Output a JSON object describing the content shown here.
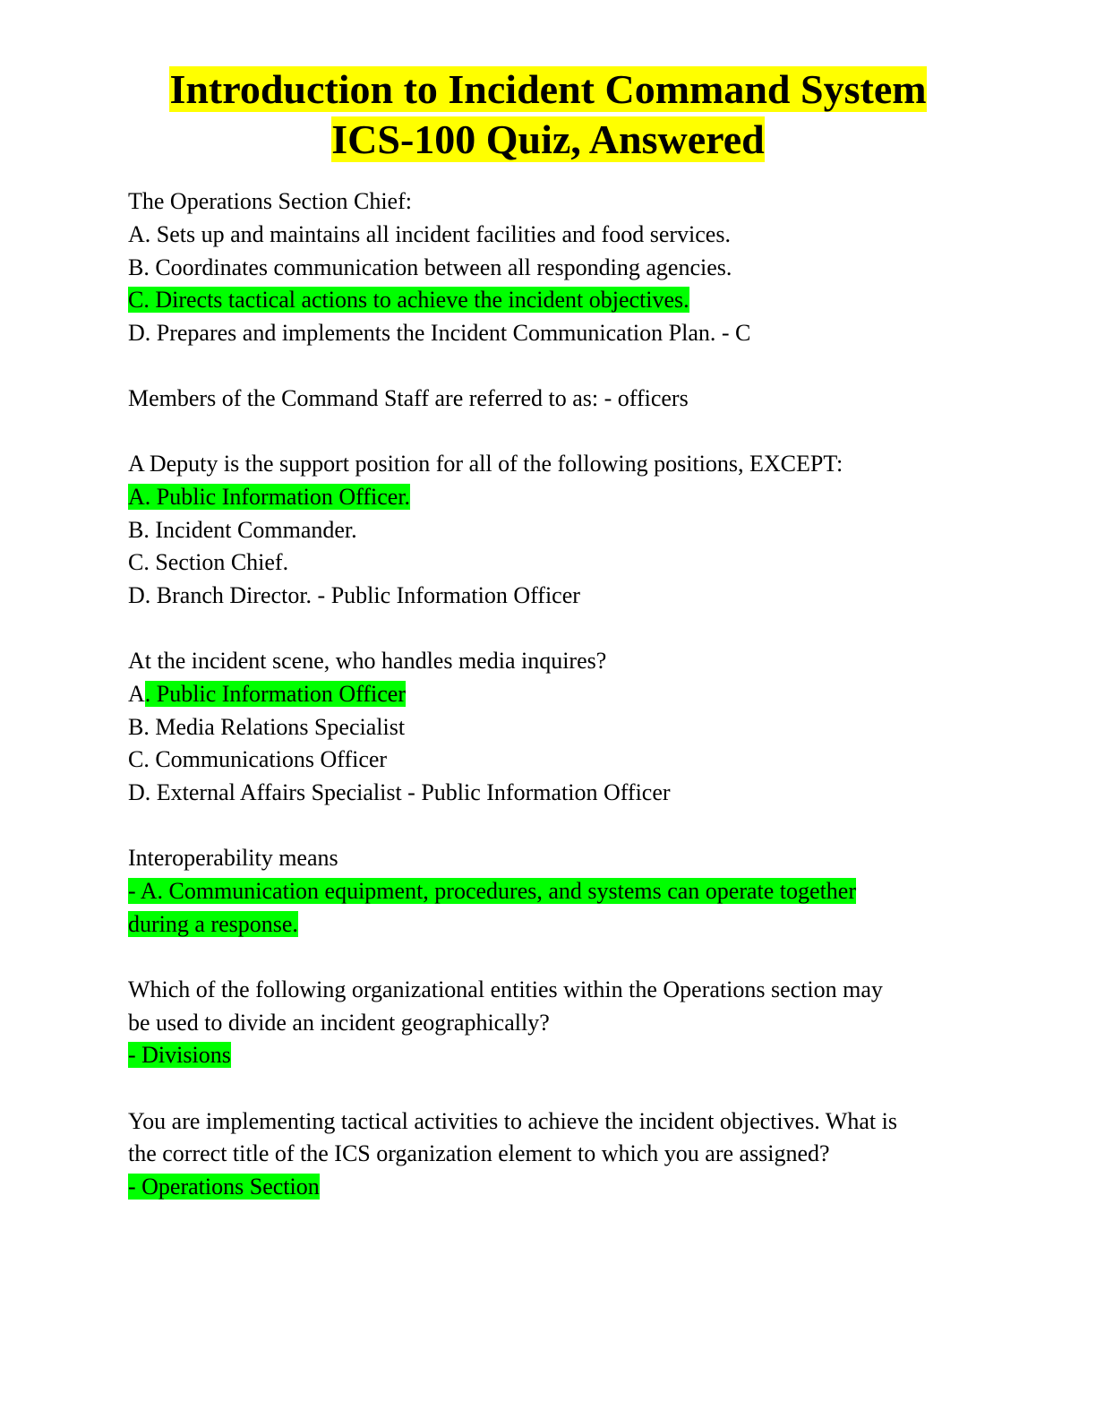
{
  "title": {
    "line1": "Introduction to Incident Command System",
    "line2": "ICS-100 Quiz, Answered"
  },
  "colors": {
    "title_highlight": "#ffff00",
    "answer_highlight": "#00ff00"
  },
  "q1": {
    "question": "The Operations Section Chief:",
    "a": "A. Sets up and maintains all incident facilities and food services.",
    "b": "B. Coordinates communication between all responding agencies.",
    "c": "C. Directs tactical actions to achieve the incident objectives.",
    "d": "D. Prepares and implements the Incident Communication Plan. - C"
  },
  "q2": {
    "question": "Members of the Command Staff are referred to as: - officers"
  },
  "q3": {
    "question": "A Deputy is the support position for all of the following positions, EXCEPT:",
    "a": "A. Public Information Officer.",
    "b": "B. Incident Commander.",
    "c": "C. Section Chief.",
    "d": "D. Branch Director. - Public Information Officer"
  },
  "q4": {
    "question": "At the incident scene, who handles media inquires?",
    "a_prefix": "A",
    "a": ". Public Information Officer",
    "b": "B. Media Relations Specialist",
    "c": "C. Communications Officer",
    "d": "D. External Affairs Specialist - Public Information Officer"
  },
  "q5": {
    "question": "Interoperability means",
    "answer1": "- A. Communication equipment, procedures, and systems can operate together",
    "answer2": "during a response."
  },
  "q6": {
    "question1": "Which of the following organizational entities within the Operations section may",
    "question2": "be used to divide an incident geographically?",
    "answer": "- Divisions"
  },
  "q7": {
    "question1": "You are implementing tactical activities to achieve the incident objectives. What is",
    "question2": "the correct title of the ICS organization element to which you are assigned?",
    "answer": "- Operations Section"
  }
}
